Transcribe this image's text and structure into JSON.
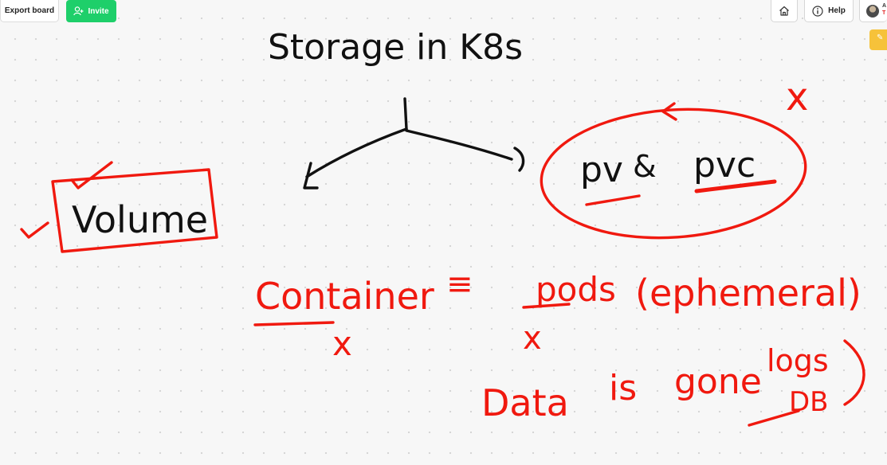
{
  "toolbar": {
    "export_label": "Export board",
    "invite_label": "Invite",
    "help_label": "Help",
    "home_icon": "home-icon",
    "help_icon": "info-icon",
    "invite_icon": "add-user-icon"
  },
  "user": {
    "initial": "A",
    "status": "T"
  },
  "colors": {
    "invite_green": "#1ecf6a",
    "ink_red": "#f0190f",
    "ink_black": "#111111",
    "sticky_yellow": "#f6c23a"
  },
  "board": {
    "title": "Storage in K8s",
    "volume": "Volume",
    "pv": "pv",
    "amp": "&",
    "pvc": "pvc",
    "container": "Container",
    "equiv": "≡",
    "pods": "pods",
    "ephemeral": "(ephemeral)",
    "data": "Data",
    "is": "is",
    "gone": "gone",
    "logs": "logs",
    "db": "DB",
    "cross": "x"
  }
}
